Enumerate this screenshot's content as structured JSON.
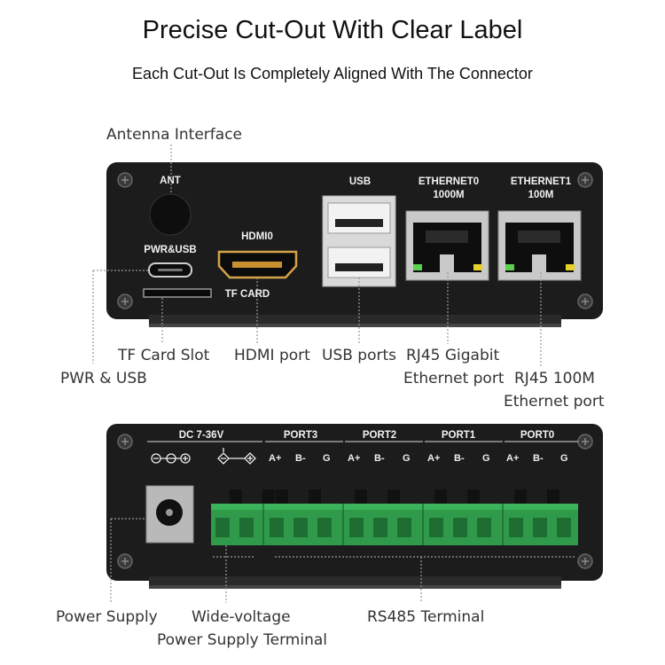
{
  "header": {
    "title": "Precise Cut-Out With Clear Label",
    "subtitle": "Each Cut-Out Is Completely Aligned With The Connector"
  },
  "top_panel": {
    "labels": {
      "ant": "ANT",
      "pwr_usb": "PWR&USB",
      "hdmi": "HDMI0",
      "tf_card": "TF CARD",
      "usb": "USB",
      "eth0_line1": "ETHERNET0",
      "eth0_line2": "1000M",
      "eth1_line1": "ETHERNET1",
      "eth1_line2": "100M"
    },
    "callouts": {
      "antenna": "Antenna Interface",
      "tf_slot": "TF Card Slot",
      "pwr_usb": "PWR & USB",
      "hdmi": "HDMI port",
      "usb": "USB ports",
      "rj45_gigabit_1": "RJ45 Gigabit",
      "rj45_gigabit_2": "Ethernet port",
      "rj45_100m_1": "RJ45 100M",
      "rj45_100m_2": "Ethernet port"
    }
  },
  "bottom_panel": {
    "labels": {
      "dc": "DC 7-36V",
      "port3": "PORT3",
      "port2": "PORT2",
      "port1": "PORT1",
      "port0": "PORT0",
      "pin_a": "A+",
      "pin_b": "B-",
      "pin_g": "G"
    },
    "callouts": {
      "power_supply": "Power Supply",
      "wide_voltage_1": "Wide-voltage",
      "wide_voltage_2": "Power Supply Terminal",
      "rs485": "RS485 Terminal"
    }
  },
  "colors": {
    "panel": "#1c1c1c",
    "terminal_green": "#2e9a4a",
    "led_green": "#5ad14a",
    "led_yellow": "#e6d22a"
  }
}
